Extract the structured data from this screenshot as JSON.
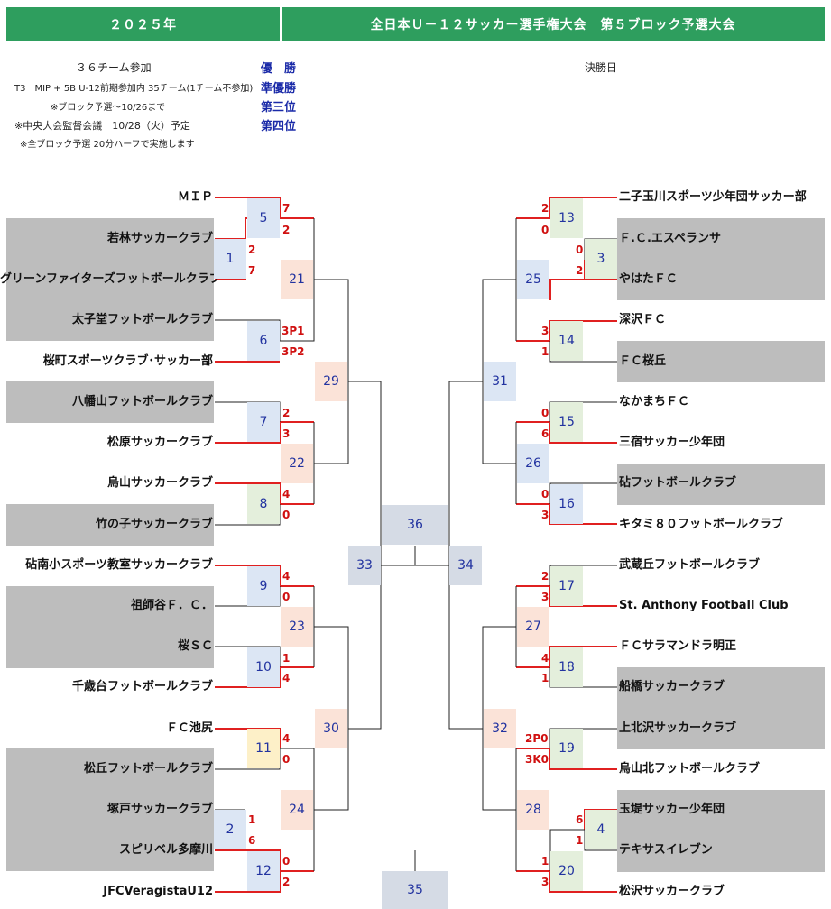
{
  "header": {
    "year": "２０２５年",
    "title": "全日本Ｕ－１２サッカー選手権大会　第５ブロック予選大会"
  },
  "info": {
    "participants": "３６チーム参加",
    "line1": "T3　MIP + 5B U-12前期参加内 35チーム(1チーム不参加)",
    "line2": "※ブロック予選～10/26まで",
    "line3": "※中央大会監督会議　10/28（火）予定",
    "line4": "※全ブロック予選 20分ハーフで実施します",
    "final_day": "決勝日"
  },
  "results": {
    "first": "優　勝",
    "second": "準優勝",
    "third": "第三位",
    "fourth": "第四位"
  },
  "left_teams": [
    "ＭＩＰ",
    "若林サッカークラブ",
    "グリーンファイターズフットボールクラブ",
    "太子堂フットボールクラブ",
    "桜町スポーツクラブ･サッカー部",
    "八幡山フットボールクラブ",
    "松原サッカークラブ",
    "烏山サッカークラブ",
    "竹の子サッカークラブ",
    "砧南小スポーツ教室サッカークラブ",
    "祖師谷Ｆ．Ｃ．",
    "桜ＳＣ",
    "千歳台フットボールクラブ",
    "ＦＣ池尻",
    "松丘フットボールクラブ",
    "塚戸サッカークラブ",
    "スピリベル多摩川",
    "JFCVeragistaU12"
  ],
  "right_teams": [
    "二子玉川スポーツ少年団サッカー部",
    "Ｆ.Ｃ.エスペランサ",
    "やはたＦＣ",
    "深沢ＦＣ",
    "ＦＣ桜丘",
    "なかまちＦＣ",
    "三宿サッカー少年団",
    "砧フットボールクラブ",
    "キタミ８０フットボールクラブ",
    "武蔵丘フットボールクラブ",
    "St. Anthony Football Club",
    "ＦＣサラマンドラ明正",
    "船橋サッカークラブ",
    "上北沢サッカークラブ",
    "烏山北フットボールクラブ",
    "玉堤サッカー少年団",
    "テキサスイレブン",
    "松沢サッカークラブ"
  ],
  "matches": [
    "1",
    "2",
    "3",
    "4",
    "5",
    "6",
    "7",
    "8",
    "9",
    "10",
    "11",
    "12",
    "13",
    "14",
    "15",
    "16",
    "17",
    "18",
    "19",
    "20",
    "21",
    "22",
    "23",
    "24",
    "25",
    "26",
    "27",
    "28",
    "29",
    "30",
    "31",
    "32",
    "33",
    "34",
    "35",
    "36"
  ],
  "scores": [
    "7",
    "2",
    "2",
    "7",
    "3P1",
    "3P2",
    "2",
    "3",
    "4",
    "0",
    "4",
    "0",
    "1",
    "4",
    "4",
    "0",
    "1",
    "6",
    "0",
    "2",
    "2",
    "0",
    "0",
    "2",
    "3",
    "1",
    "0",
    "6",
    "0",
    "3",
    "2",
    "3",
    "4",
    "1",
    "2P0",
    "3K0",
    "6",
    "1",
    "1",
    "3"
  ],
  "colors": {
    "header_green": "#2e9e5e",
    "score_red": "#d01010",
    "line_red": "#e02020",
    "number_blue": "#2233a0"
  }
}
